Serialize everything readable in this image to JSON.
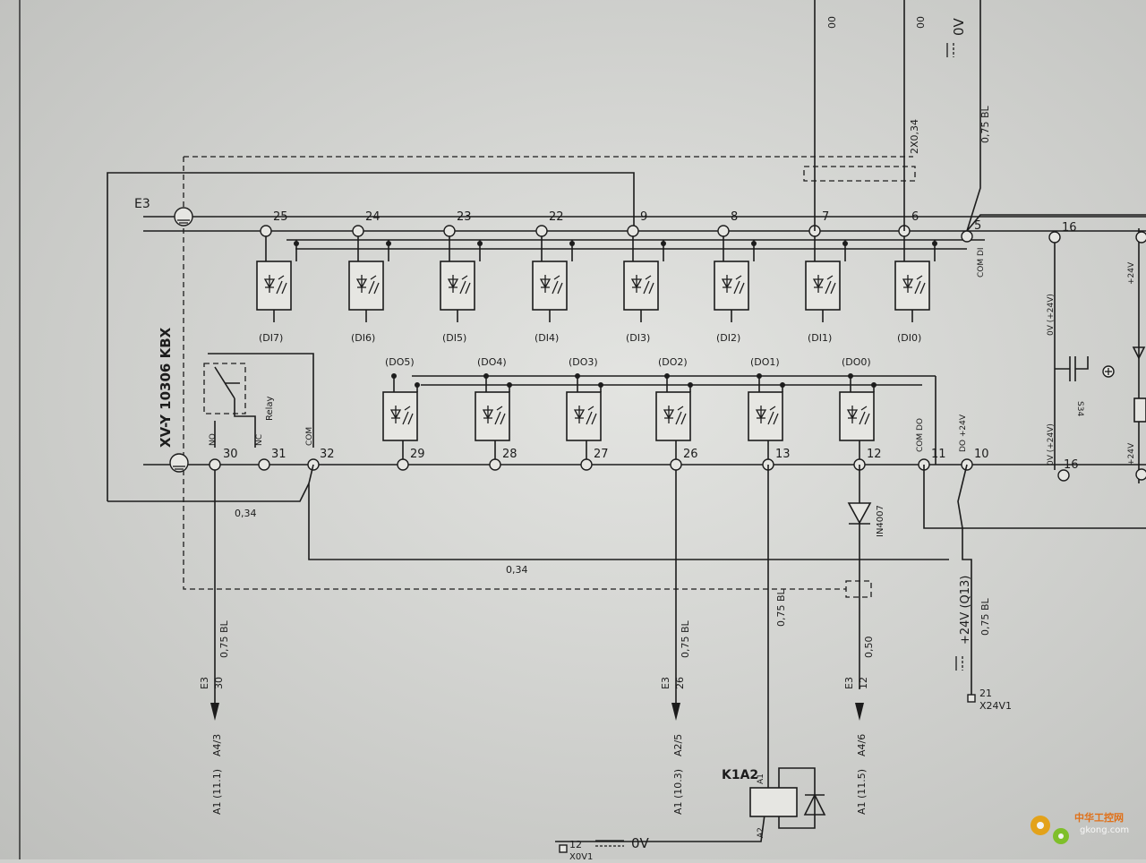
{
  "device": {
    "name": "XV-Y 10306 KBX"
  },
  "relay": {
    "label": "Relay",
    "nc_label": "NO",
    "nc2_label": "NC",
    "com_label": "COM"
  },
  "top_terminals": [
    {
      "num": "25",
      "label": "(DI7)"
    },
    {
      "num": "24",
      "label": "(DI6)"
    },
    {
      "num": "23",
      "label": "(DI5)"
    },
    {
      "num": "22",
      "label": "(DI4)"
    },
    {
      "num": "9",
      "label": "(DI3)"
    },
    {
      "num": "8",
      "label": "(DI2)"
    },
    {
      "num": "7",
      "label": "(DI1)"
    },
    {
      "num": "6",
      "label": "(DI0)"
    }
  ],
  "top_com": {
    "num": "5",
    "label": "COM DI"
  },
  "bottom_terminals": [
    {
      "num": "29",
      "label": "(DO5)"
    },
    {
      "num": "28",
      "label": "(DO4)"
    },
    {
      "num": "27",
      "label": "(DO3)"
    },
    {
      "num": "26",
      "label": "(DO2)"
    },
    {
      "num": "13",
      "label": "(DO1)"
    },
    {
      "num": "12",
      "label": "(DO0)"
    }
  ],
  "relay_terminals": [
    "30",
    "31",
    "32"
  ],
  "com_do": {
    "num": "11",
    "label": "COM DO"
  },
  "do_24v": {
    "num": "10",
    "label": "DO +24V"
  },
  "power": {
    "num_top": "16",
    "num_bot": "16",
    "label_top": "0V (+24V)",
    "label_bot": "0V (+24V)",
    "plus24_top": "+24V",
    "plus24_bot": "+24V",
    "s34": "S34"
  },
  "e3_label": "E3",
  "wires": {
    "w034_a": "0,34",
    "w034_b": "0,34",
    "top_2x034": "2X0,34",
    "top_075": "0,75 BL",
    "top_0v": "0V",
    "top_00_a": "00",
    "top_00_b": "00"
  },
  "diode": {
    "label": "IN4007"
  },
  "outputs": [
    {
      "wire": "0,75 BL",
      "e": "E3",
      "pin": "30",
      "dest": "A4/3",
      "ref": "A1 (11.1)"
    },
    {
      "wire": "0,75 BL",
      "e": "E3",
      "pin": "26",
      "dest": "A2/5",
      "ref": "A1 (10.3)"
    },
    {
      "wire": "0,50",
      "e": "E3",
      "pin": "12",
      "dest": "A4/6",
      "ref": "A1 (11.5)"
    }
  ],
  "k1a2": {
    "label": "K1A2",
    "a1": "A1",
    "a2": "A2",
    "wire": "0,75 BL"
  },
  "supply_24": {
    "label": "+24V (Q13)",
    "wire": "0,75 BL",
    "term": "21",
    "name": "X24V1"
  },
  "zero_v": {
    "term": "12",
    "label": "0V",
    "name": "X0V1"
  },
  "watermark": {
    "cn": "中华工控网",
    "url": "gkong.com"
  }
}
